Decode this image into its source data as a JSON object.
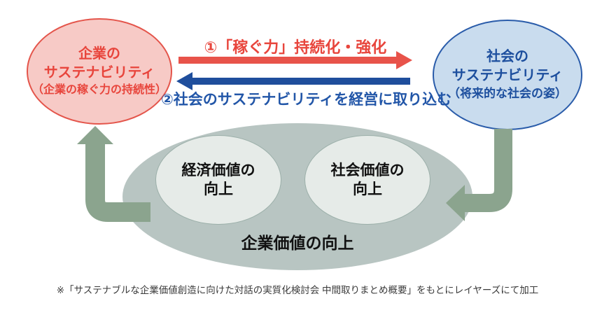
{
  "colors": {
    "pink_fill": "#f7cac6",
    "pink_border": "#e4554b",
    "red_text": "#e8453c",
    "blue_fill": "#c9dcee",
    "blue_border": "#2a5caa",
    "blue_text": "#1d4f9e",
    "arrow_red": "#e8534a",
    "arrow_blue": "#1f4e9c",
    "green_arrow": "#8ba48e",
    "gray_ellipse_fill": "#b8c5c2",
    "inner_ellipse_fill": "#e6ebe8",
    "inner_ellipse_border": "#9bafa9",
    "black_text": "#111111"
  },
  "left_ellipse": {
    "line1": "企業の",
    "line2": "サステナビリティ",
    "line3": "（企業の稼ぐ力の持続性）"
  },
  "right_ellipse": {
    "line1": "社会の",
    "line2": "サステナビリティ",
    "line3": "（将来的な社会の姿）"
  },
  "arrows": {
    "top_label": "①「稼ぐ力」持続化・強化",
    "bottom_label": "②社会のサステナビリティを経営に取り込む"
  },
  "value_diagram": {
    "inner_left_line1": "経済価値の",
    "inner_left_line2": "向上",
    "inner_right_line1": "社会価値の",
    "inner_right_line2": "向上",
    "bottom_label": "企業価値の向上"
  },
  "footnote": "※「サステナブルな企業価値創造に向けた対話の実質化検討会 中間取りまとめ概要」をもとにレイヤーズにて加工"
}
